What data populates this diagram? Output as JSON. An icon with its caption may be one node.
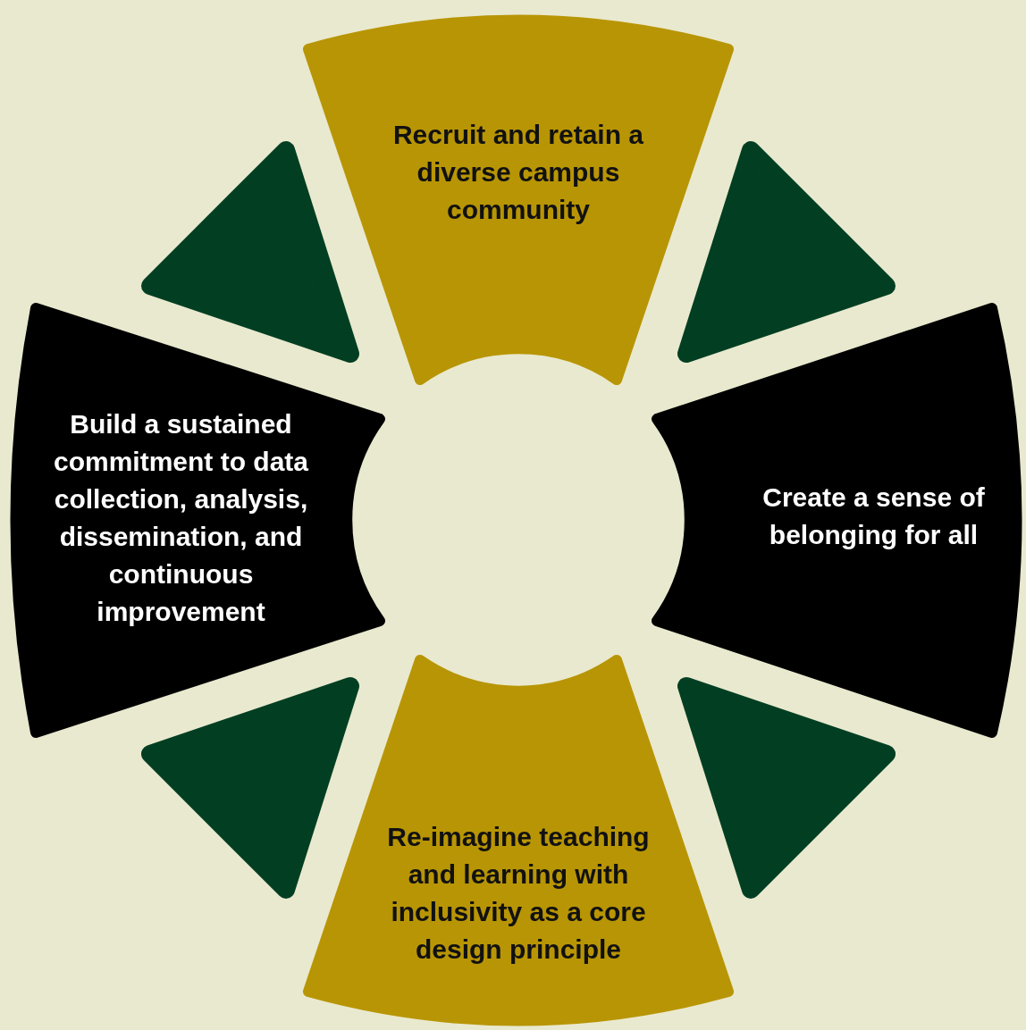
{
  "diagram": {
    "nodes": [
      {
        "text": [
          "Recruit and retain a diverse campus community"
        ]
      },
      {
        "text": [],
        "shape": "triangle"
      },
      {
        "text": [],
        "shape": "triangle"
      },
      {
        "text": [
          "Build a sustained commitment to data collection, analysis, dissemination, and continuous improvement"
        ]
      },
      {
        "text": [
          "Create a sense of belonging for all"
        ]
      },
      {
        "text": [],
        "shape": "triangle"
      },
      {
        "text": [],
        "shape": "triangle"
      },
      {
        "text": [
          "Re-imagine teaching and learning with inclusivity as a core design principle"
        ]
      }
    ]
  }
}
